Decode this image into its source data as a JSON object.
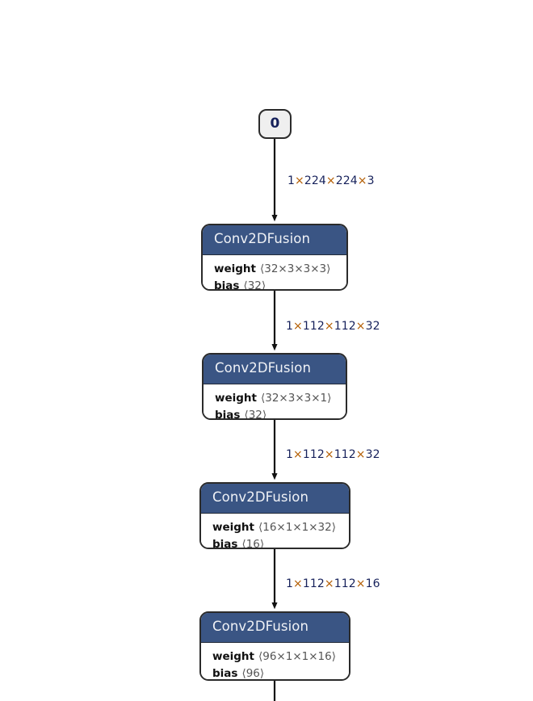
{
  "app": {
    "view": "model-graph",
    "background_color": "#ffffff",
    "node_header_color": "#3a5584",
    "node_border_color": "#2b2b2b",
    "io_node_color": "#efefef",
    "edge_label_color": "#16215b",
    "edge_separator_color": "#b35c00",
    "attribute_value_color": "#555555"
  },
  "graph": {
    "direction": "top-to-bottom",
    "input_node": {
      "label": "0",
      "name": "input-node-0"
    },
    "nodes": [
      {
        "type": "Conv2DFusion",
        "attributes": [
          {
            "name": "weight",
            "value": "⟨32×3×3×3⟩"
          },
          {
            "name": "bias",
            "value": "⟨32⟩"
          }
        ]
      },
      {
        "type": "Conv2DFusion",
        "attributes": [
          {
            "name": "weight",
            "value": "⟨32×3×3×1⟩"
          },
          {
            "name": "bias",
            "value": "⟨32⟩"
          }
        ]
      },
      {
        "type": "Conv2DFusion",
        "attributes": [
          {
            "name": "weight",
            "value": "⟨16×1×1×32⟩"
          },
          {
            "name": "bias",
            "value": "⟨16⟩"
          }
        ]
      },
      {
        "type": "Conv2DFusion",
        "attributes": [
          {
            "name": "weight",
            "value": "⟨96×1×1×16⟩"
          },
          {
            "name": "bias",
            "value": "⟨96⟩"
          }
        ]
      }
    ],
    "edges": [
      {
        "label": "1×224×224×3",
        "from": "input-node-0",
        "to": "op-node-0"
      },
      {
        "label": "1×112×112×32",
        "from": "op-node-0",
        "to": "op-node-1"
      },
      {
        "label": "1×112×112×32",
        "from": "op-node-1",
        "to": "op-node-2"
      },
      {
        "label": "1×112×112×16",
        "from": "op-node-2",
        "to": "op-node-3"
      },
      {
        "label": "",
        "from": "op-node-3",
        "to": "offscreen"
      }
    ]
  }
}
